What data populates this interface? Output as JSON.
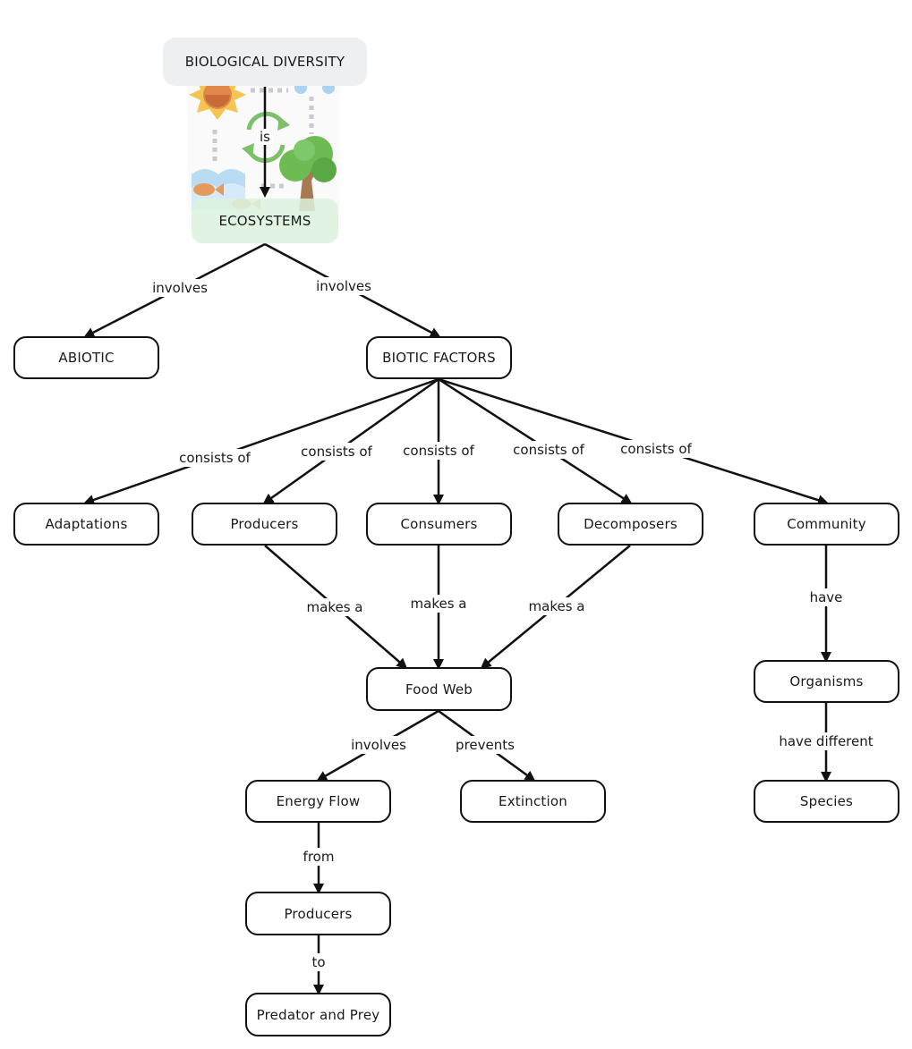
{
  "diagram": {
    "top": {
      "title": "BIOLOGICAL DIVERSITY",
      "link": "is",
      "target": "ECOSYSTEMS"
    },
    "nodes": {
      "abiotic": "ABIOTIC",
      "biotic": "BIOTIC FACTORS",
      "adaptations": "Adaptations",
      "producers": "Producers",
      "consumers": "Consumers",
      "decomposers": "Decomposers",
      "community": "Community",
      "foodweb": "Food Web",
      "organisms": "Organisms",
      "energyflow": "Energy Flow",
      "extinction": "Extinction",
      "species": "Species",
      "producers2": "Producers",
      "predator": "Predator and Prey"
    },
    "edges": {
      "eco_abiotic": "involves",
      "eco_biotic": "involves",
      "biotic_adaptations": "consists of",
      "biotic_producers": "consists of",
      "biotic_consumers": "consists of",
      "biotic_decomposers": "consists of",
      "biotic_community": "consists of",
      "producers_foodweb": "makes a",
      "consumers_foodweb": "makes a",
      "decomposers_foodweb": "makes a",
      "community_organisms": "have",
      "organisms_species": "have different",
      "foodweb_energyflow": "involves",
      "foodweb_extinction": "prevents",
      "energyflow_producers2": "from",
      "producers2_predator": "to"
    },
    "colors": {
      "node_border": "#111111",
      "title_bg": "#eeeff1",
      "eco_bg": "#dcf2de",
      "sun": "#f6c453",
      "tree": "#6dbb52",
      "water": "#a9d3ef",
      "fish": "#e39a5a"
    },
    "icons": [
      "sun-icon",
      "water-drops-icon",
      "recycle-icon",
      "tree-icon",
      "water-waves-icon",
      "fish-icon"
    ]
  }
}
